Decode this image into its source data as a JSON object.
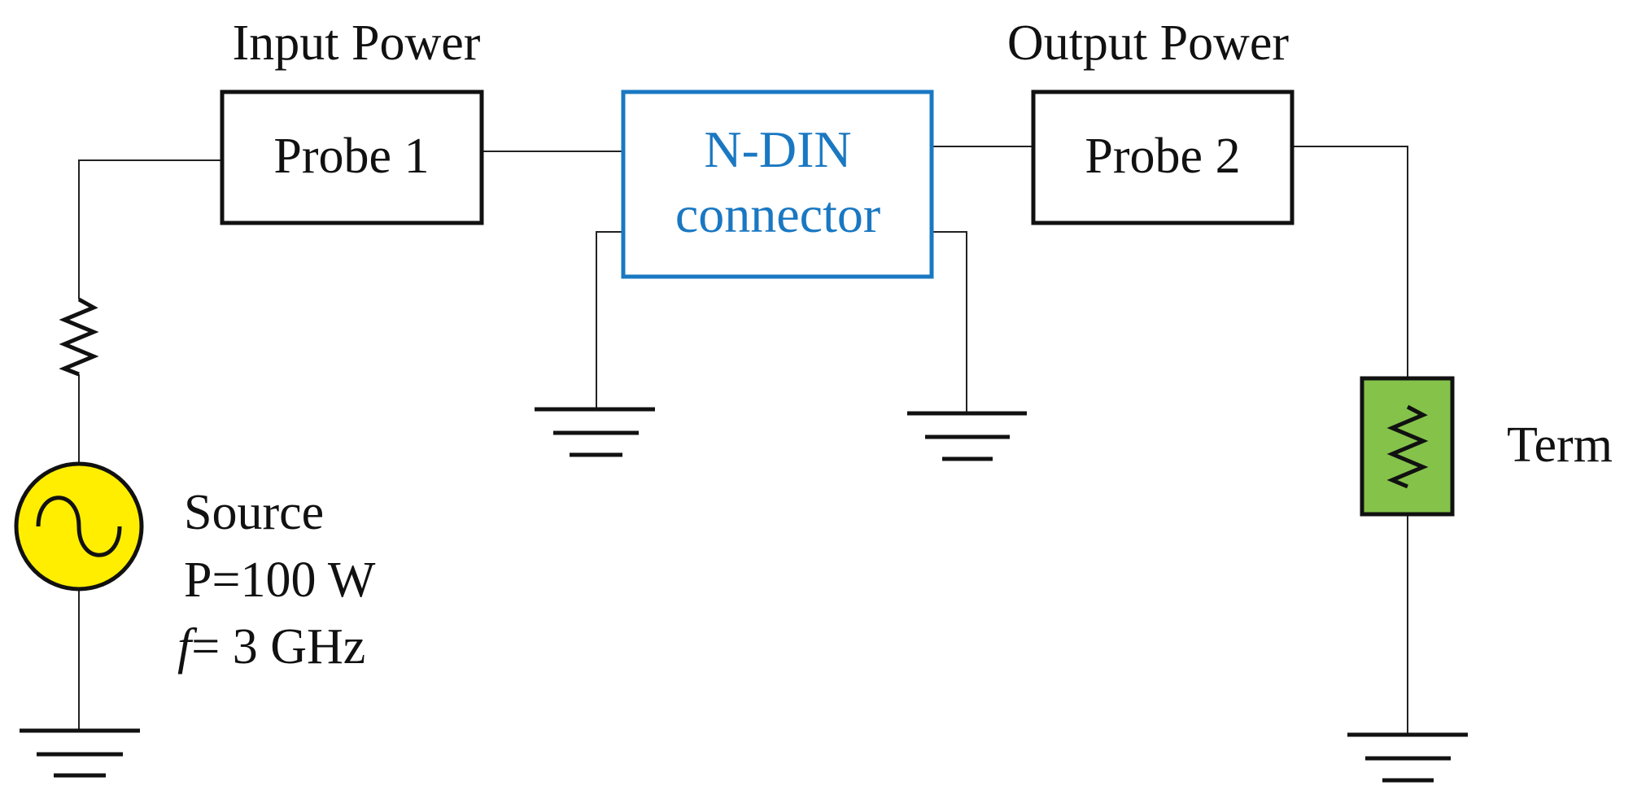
{
  "labels": {
    "input_power": "Input Power",
    "output_power": "Output Power"
  },
  "probe1": {
    "label": "Probe 1"
  },
  "probe2": {
    "label": "Probe 2"
  },
  "connector": {
    "line1": "N-DIN",
    "line2": "connector",
    "color": "#1a78c2"
  },
  "source": {
    "label": "Source",
    "power": "P=100 W",
    "freq_symbol": "f",
    "freq_value": "= 3 GHz",
    "fill": "#ffee00"
  },
  "termination": {
    "label": "Term",
    "fill": "#84c24a"
  },
  "icons": {
    "resistor": "resistor-icon",
    "ground": "ground-icon",
    "ac_source": "ac-source-icon"
  }
}
